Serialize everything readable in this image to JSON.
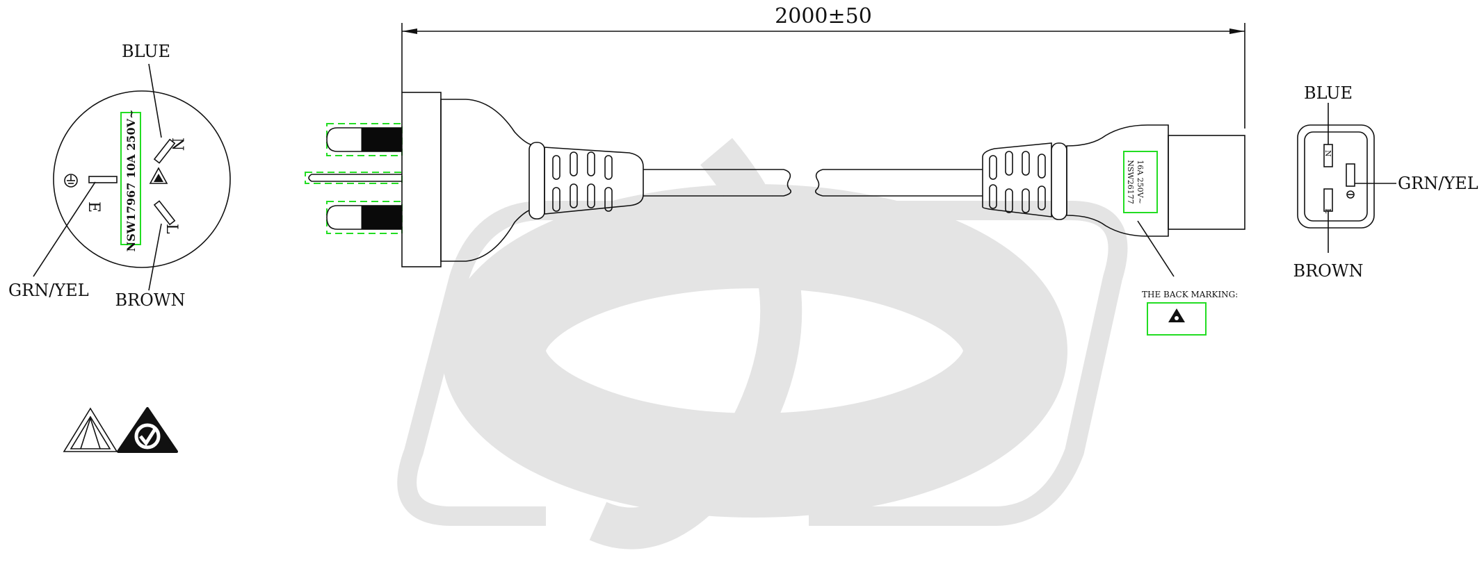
{
  "dimension": {
    "length_label": "2000±50"
  },
  "plug_face": {
    "blue_label": "BLUE",
    "brown_label": "BROWN",
    "grn_yel_label": "GRN/YEL",
    "marking_text": "NSW17967 10A 250V~",
    "pin_n": "N",
    "pin_l": "L",
    "pin_e": "E"
  },
  "connector_face": {
    "blue_label": "BLUE",
    "brown_label": "BROWN",
    "grn_yel_label": "GRN/YEL",
    "pin_n": "N",
    "pin_l": "L"
  },
  "connector_side": {
    "marking_line1": "16A 250V~",
    "marking_line2": "NSW26177",
    "back_marking_label": "THE BACK MARKING:"
  },
  "certification_marks": [
    "saa-triangle-icon",
    "rcm-mark-icon"
  ],
  "colors": {
    "line": "#111111",
    "highlight_green": "#22dd22",
    "watermark": "#e4e4e4"
  }
}
